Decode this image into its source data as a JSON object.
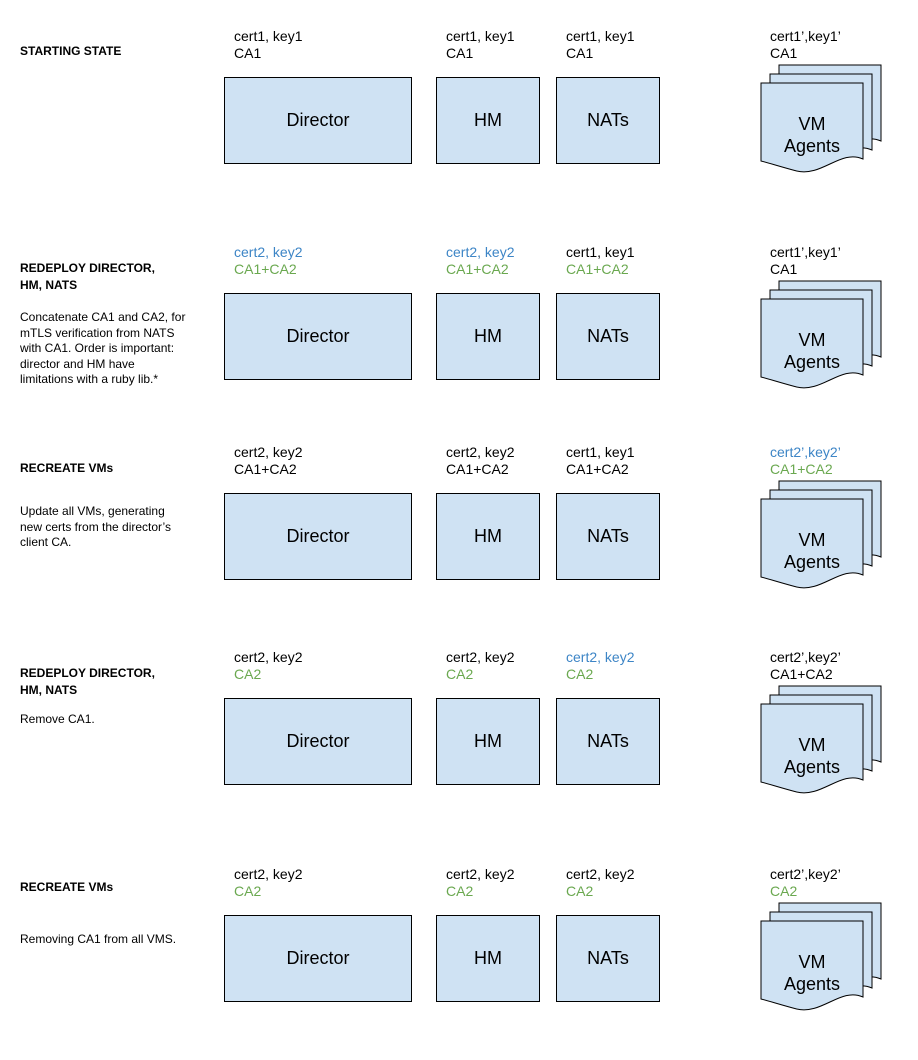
{
  "colors": {
    "black": "#000000",
    "blue": "#3d85c6",
    "green": "#6aa84f",
    "box_fill": "#cfe2f3"
  },
  "component_names": {
    "director": "Director",
    "hm": "HM",
    "nats": "NATs",
    "agents": "VM\nAgents"
  },
  "steps": [
    {
      "title": "STARTING STATE",
      "description": "",
      "director": {
        "cert": "cert1, key1",
        "cert_color": "black",
        "ca": "CA1",
        "ca_color": "black"
      },
      "hm": {
        "cert": "cert1, key1",
        "cert_color": "black",
        "ca": "CA1",
        "ca_color": "black"
      },
      "nats": {
        "cert": "cert1, key1",
        "cert_color": "black",
        "ca": "CA1",
        "ca_color": "black"
      },
      "agents": {
        "cert": "cert1’,key1’",
        "cert_color": "black",
        "ca": "CA1",
        "ca_color": "black"
      }
    },
    {
      "title": "REDEPLOY DIRECTOR,\nHM, NATS",
      "description": "Concatenate CA1 and CA2, for\nmTLS verification from NATS\nwith CA1. Order is important:\ndirector and HM have\nlimitations with a ruby lib.*",
      "director": {
        "cert": "cert2, key2",
        "cert_color": "blue",
        "ca": "CA1+CA2",
        "ca_color": "green"
      },
      "hm": {
        "cert": "cert2, key2",
        "cert_color": "blue",
        "ca": "CA1+CA2",
        "ca_color": "green"
      },
      "nats": {
        "cert": "cert1, key1",
        "cert_color": "black",
        "ca": "CA1+CA2",
        "ca_color": "green"
      },
      "agents": {
        "cert": "cert1’,key1’",
        "cert_color": "black",
        "ca": "CA1",
        "ca_color": "black"
      }
    },
    {
      "title": "RECREATE VMs",
      "description": "Update all VMs, generating\nnew certs from the director’s\nclient CA.",
      "director": {
        "cert": "cert2, key2",
        "cert_color": "black",
        "ca": "CA1+CA2",
        "ca_color": "black"
      },
      "hm": {
        "cert": "cert2, key2",
        "cert_color": "black",
        "ca": "CA1+CA2",
        "ca_color": "black"
      },
      "nats": {
        "cert": "cert1, key1",
        "cert_color": "black",
        "ca": "CA1+CA2",
        "ca_color": "black"
      },
      "agents": {
        "cert": "cert2’,key2’",
        "cert_color": "blue",
        "ca": "CA1+CA2",
        "ca_color": "green"
      }
    },
    {
      "title": "REDEPLOY DIRECTOR,\nHM, NATS",
      "description": "Remove CA1.",
      "director": {
        "cert": "cert2, key2",
        "cert_color": "black",
        "ca": "CA2",
        "ca_color": "green"
      },
      "hm": {
        "cert": "cert2, key2",
        "cert_color": "black",
        "ca": "CA2",
        "ca_color": "green"
      },
      "nats": {
        "cert": "cert2, key2",
        "cert_color": "blue",
        "ca": "CA2",
        "ca_color": "green"
      },
      "agents": {
        "cert": "cert2’,key2’",
        "cert_color": "black",
        "ca": "CA1+CA2",
        "ca_color": "black"
      }
    },
    {
      "title": "RECREATE VMs",
      "description": "Removing CA1 from all VMS.",
      "director": {
        "cert": "cert2, key2",
        "cert_color": "black",
        "ca": "CA2",
        "ca_color": "green"
      },
      "hm": {
        "cert": "cert2, key2",
        "cert_color": "black",
        "ca": "CA2",
        "ca_color": "green"
      },
      "nats": {
        "cert": "cert2, key2",
        "cert_color": "black",
        "ca": "CA2",
        "ca_color": "green"
      },
      "agents": {
        "cert": "cert2’,key2’",
        "cert_color": "black",
        "ca": "CA2",
        "ca_color": "green"
      }
    }
  ]
}
